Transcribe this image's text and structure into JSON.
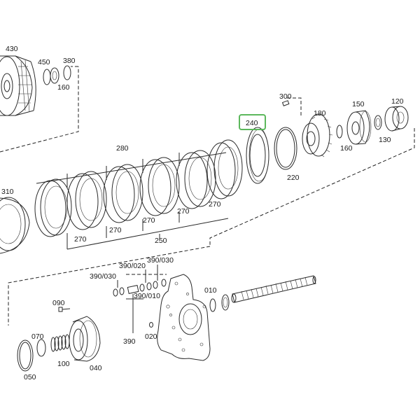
{
  "diagram": {
    "highlight_color": "#5cb85c",
    "selected_part": "240",
    "labels": {
      "p430": "430",
      "p450": "450",
      "p380": "380",
      "p160a": "160",
      "p300": "300",
      "p180": "180",
      "p150": "150",
      "p120": "120",
      "p160b": "160",
      "p130": "130",
      "p240": "240",
      "p220": "220",
      "p280": "280",
      "p310": "310",
      "p270a": "270",
      "p270b": "270",
      "p270c": "270",
      "p270d": "270",
      "p270e": "270",
      "p250": "250",
      "p390_030a": "390/030",
      "p390_020": "390/020",
      "p390_030b": "390/030",
      "p390_010": "390/010",
      "p390": "390",
      "p090": "090",
      "p010": "010",
      "p020": "020",
      "p070": "070",
      "p100": "100",
      "p040": "040",
      "p050": "050"
    }
  }
}
